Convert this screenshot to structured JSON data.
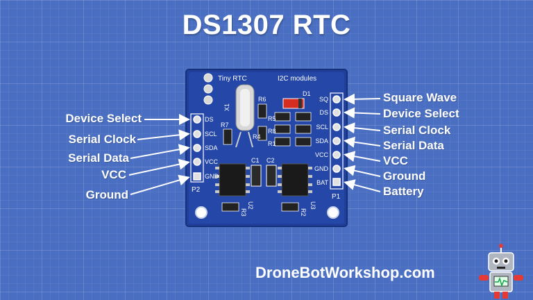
{
  "title": "DS1307 RTC",
  "footer": "DroneBotWorkshop.com",
  "board": {
    "header_left": "Tiny RTC",
    "header_right": "I2C modules",
    "connector_p1": "P1",
    "connector_p2": "P2",
    "p2_pins": [
      "DS",
      "SCL",
      "SDA",
      "VCC",
      "GND"
    ],
    "p1_pins": [
      "SQ",
      "DS",
      "SCL",
      "SDA",
      "VCC",
      "GND",
      "BAT"
    ],
    "components": {
      "x1": "X1",
      "r7": "R7",
      "r6": "R6",
      "r5": "R5",
      "r8": "R8",
      "r1": "R1",
      "r4": "R4",
      "d1": "D1",
      "c1": "C1",
      "c2": "C2",
      "u2": "U2",
      "u3": "U3",
      "r3": "R3",
      "r2": "R2"
    }
  },
  "left_labels": [
    "Device Select",
    "Serial Clock",
    "Serial Data",
    "VCC",
    "Ground"
  ],
  "right_labels": [
    "Square Wave",
    "Device Select",
    "Serial Clock",
    "Serial Data",
    "VCC",
    "Ground",
    "Battery"
  ],
  "colors": {
    "background": "#4a6fc2",
    "pcb": "#1f3f9a",
    "text": "#ffffff"
  }
}
